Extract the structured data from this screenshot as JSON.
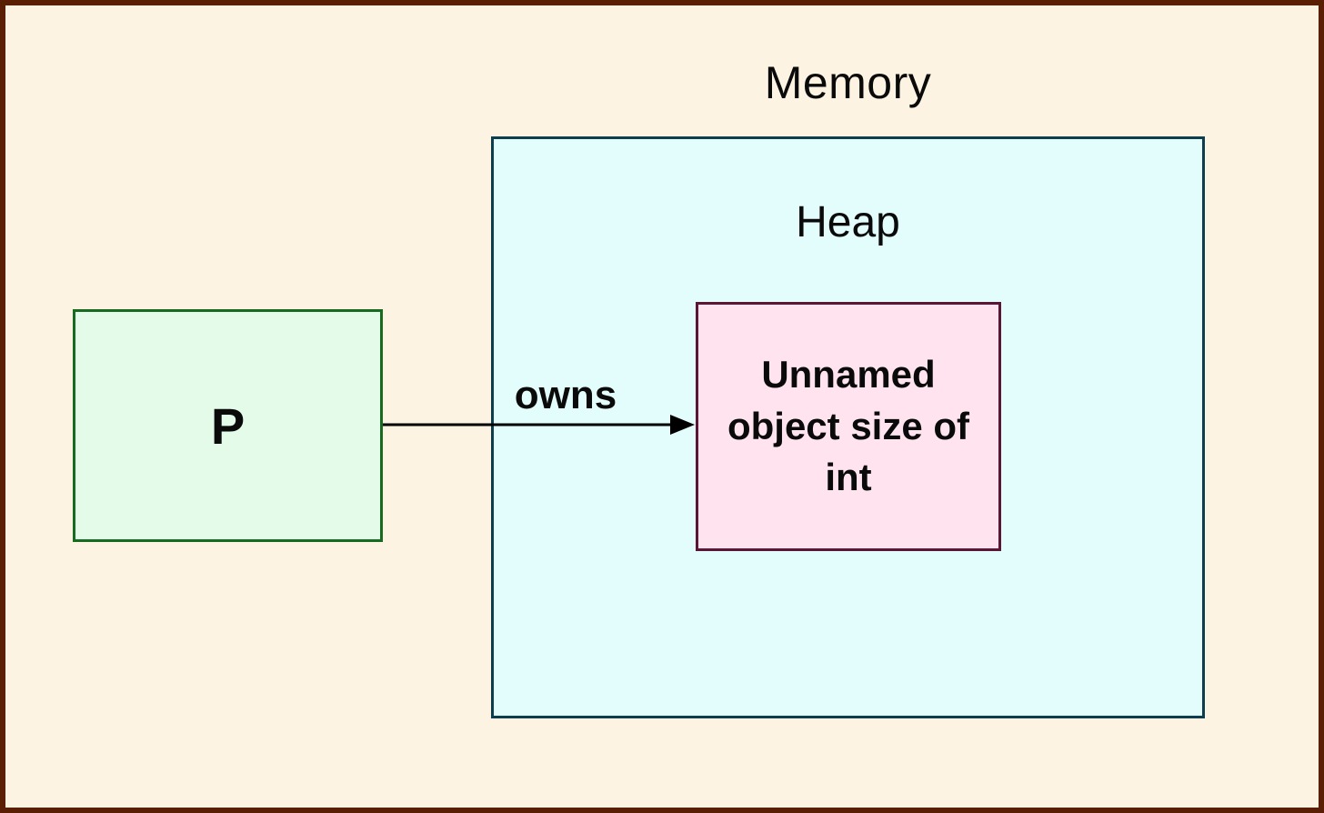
{
  "diagram": {
    "title": "Memory",
    "heap": {
      "label": "Heap",
      "object_box": {
        "label": "Unnamed object size of int"
      }
    },
    "pointer_box": {
      "label": "P"
    },
    "arrow": {
      "label": "owns",
      "from": "P",
      "to": "Unnamed object size of int"
    },
    "colors": {
      "background": "#fdf3e3",
      "outer_border": "#5a1e04",
      "heap_fill": "#e3fdfd",
      "heap_border": "#0e3d4d",
      "pointer_fill": "#e4fbea",
      "pointer_border": "#176b21",
      "object_fill": "#ffe4ef",
      "object_border": "#5c1635",
      "arrow_color": "#000000"
    }
  }
}
